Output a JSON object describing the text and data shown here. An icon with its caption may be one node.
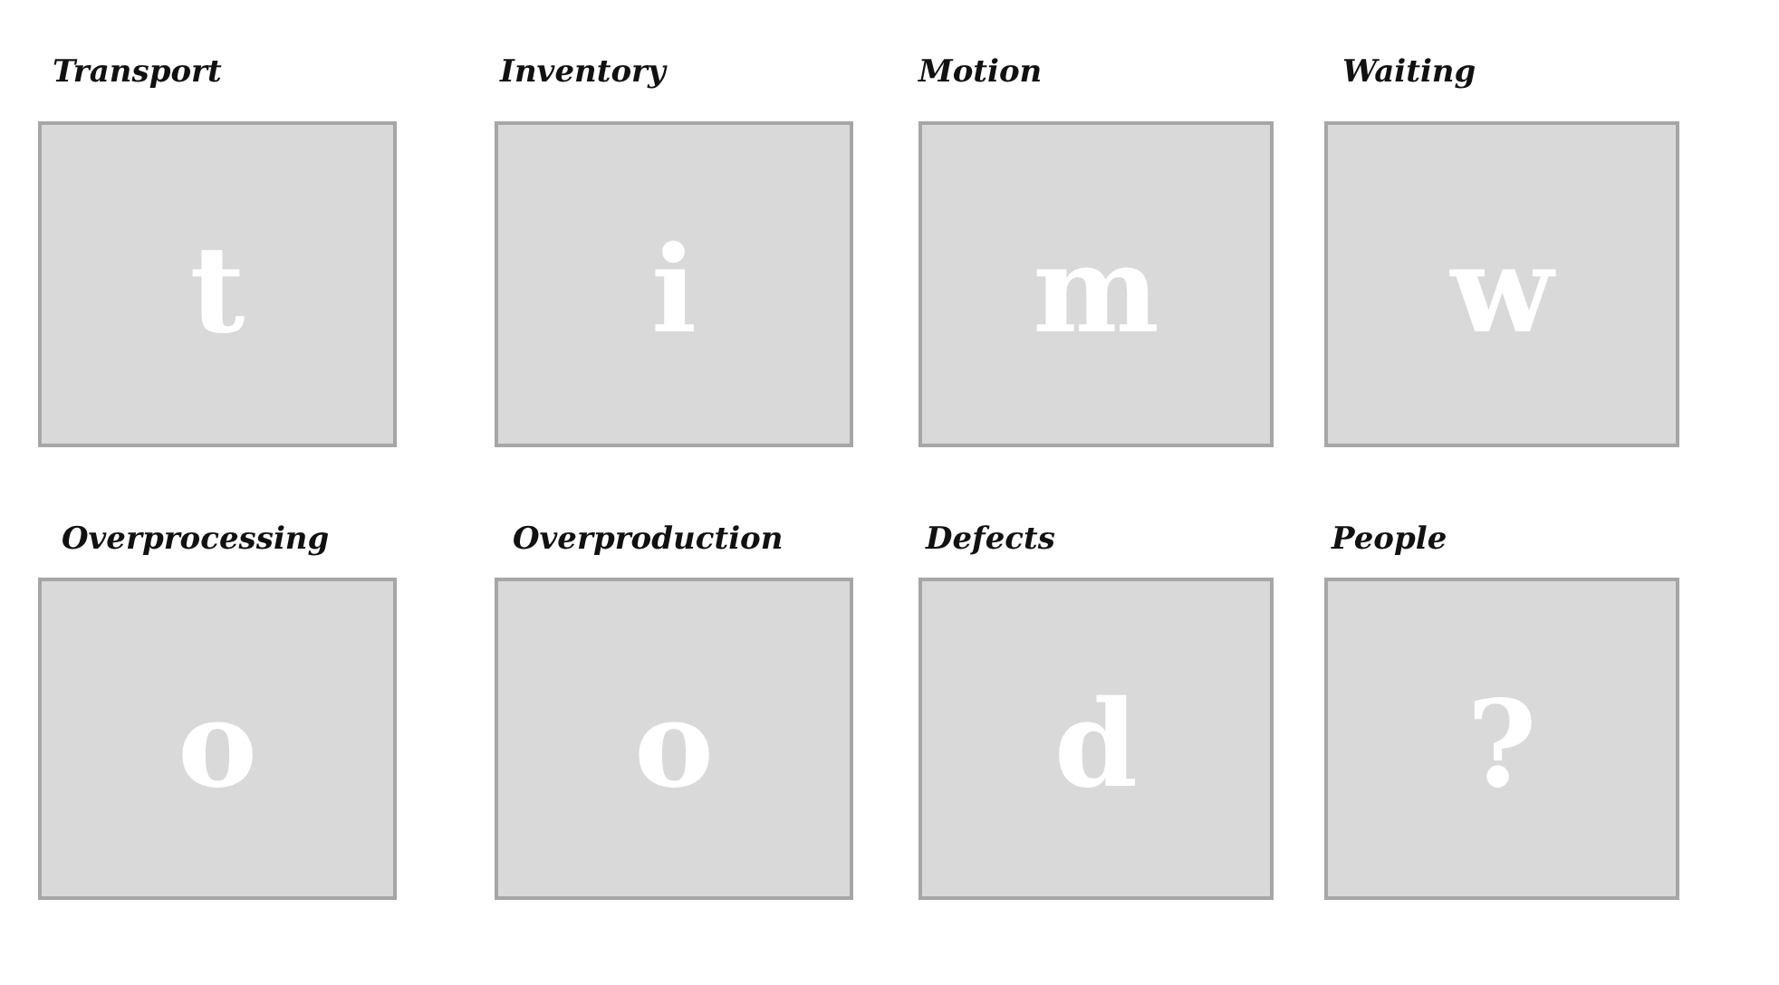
{
  "diagram": {
    "nodes": [
      {
        "text": [
          "Transport",
          "t"
        ]
      },
      {
        "text": [
          "Inventory",
          "i"
        ]
      },
      {
        "text": [
          "Motion",
          "m"
        ]
      },
      {
        "text": [
          "Waiting",
          "w"
        ]
      },
      {
        "text": [
          "Overprocessing",
          "o"
        ]
      },
      {
        "text": [
          "Overproduction",
          "o"
        ]
      },
      {
        "text": [
          "Defects",
          "d"
        ]
      },
      {
        "text": [
          "People",
          "?"
        ]
      }
    ]
  }
}
